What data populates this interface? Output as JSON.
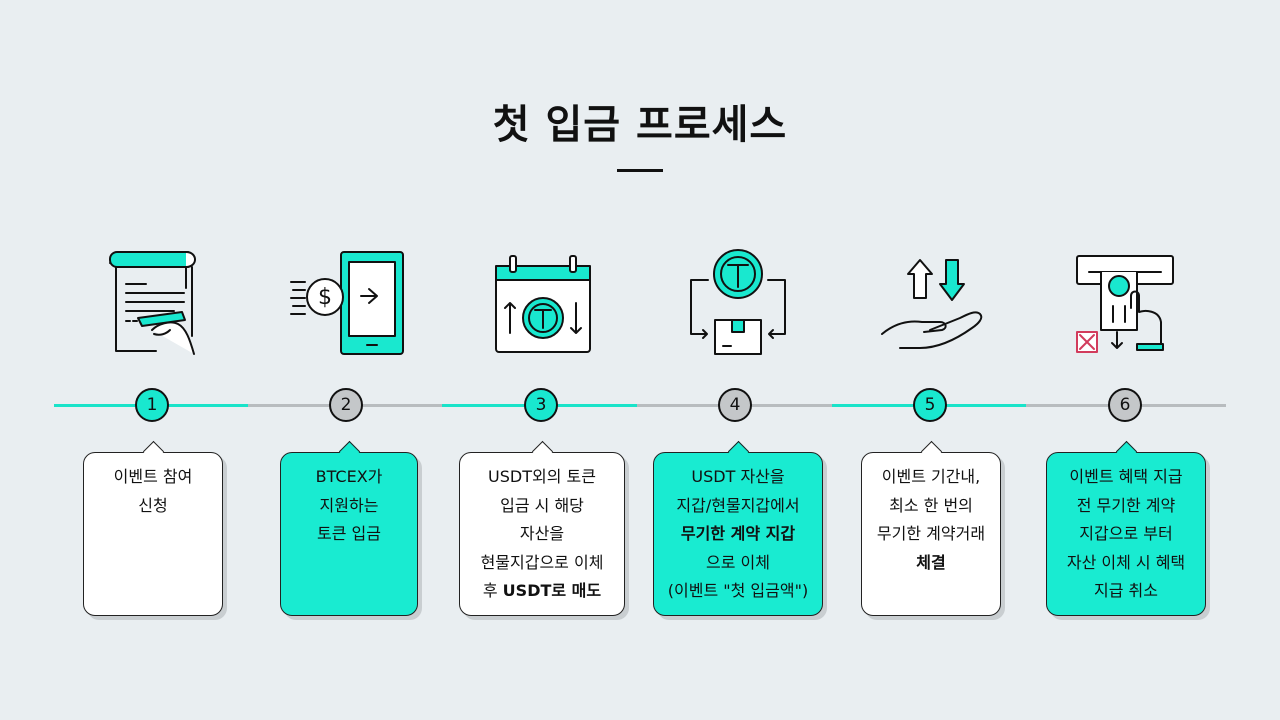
{
  "title": "첫 입금 프로세스",
  "colors": {
    "accent": "#19e8cf",
    "inactive": "#c4c7c9",
    "background": "#e9eef1"
  },
  "steps": [
    {
      "number": "1",
      "icon": "contract-sign-icon",
      "style": "white",
      "lines": [
        {
          "text": "이벤트 참여"
        },
        {
          "text": "신청"
        }
      ]
    },
    {
      "number": "2",
      "icon": "mobile-deposit-icon",
      "style": "teal",
      "lines": [
        {
          "text": "BTCEX가"
        },
        {
          "text": "지원하는"
        },
        {
          "text": "토큰 입금"
        }
      ]
    },
    {
      "number": "3",
      "icon": "calendar-usdt-icon",
      "style": "white",
      "lines": [
        {
          "text": "USDT외의 토큰"
        },
        {
          "text": "입금 시 해당"
        },
        {
          "text": "자산을"
        },
        {
          "text": "현물지갑으로 이체"
        },
        {
          "pre": "후 ",
          "bold": "USDT로 매도"
        }
      ]
    },
    {
      "number": "4",
      "icon": "usdt-transfer-icon",
      "style": "teal",
      "lines": [
        {
          "text": "USDT 자산을"
        },
        {
          "text": "지갑/현물지갑에서"
        },
        {
          "bold": "무기한 계약 지갑"
        },
        {
          "text": "으로 이체"
        },
        {
          "text": "(이벤트 \"첫 입금액\")"
        }
      ]
    },
    {
      "number": "5",
      "icon": "hand-trade-icon",
      "style": "white",
      "lines": [
        {
          "text": "이벤트 기간내,"
        },
        {
          "text": "최소 한 번의"
        },
        {
          "text": "무기한 계약거래"
        },
        {
          "bold": "체결"
        }
      ]
    },
    {
      "number": "6",
      "icon": "atm-cancel-icon",
      "style": "teal",
      "lines": [
        {
          "text": "이벤트 혜택 지급"
        },
        {
          "text": "전 무기한 계약"
        },
        {
          "text": "지갑으로 부터"
        },
        {
          "text": "자산 이체 시 혜택"
        },
        {
          "text": "지급 취소"
        }
      ]
    }
  ]
}
